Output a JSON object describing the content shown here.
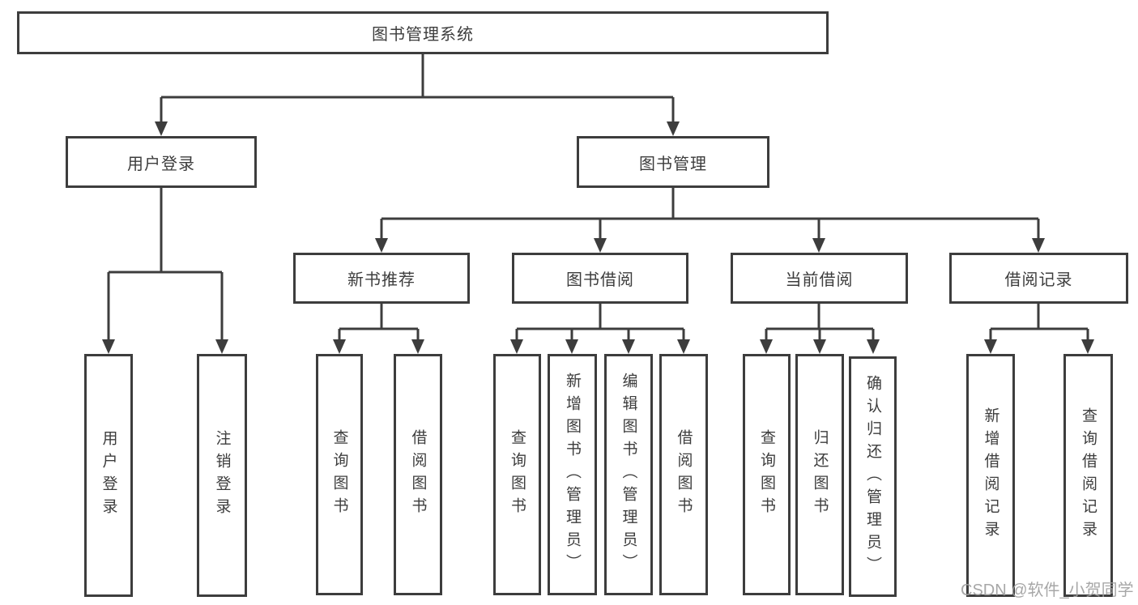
{
  "diagram_title": "图书管理系统",
  "colors": {
    "line": "#3d3d3d",
    "text": "#3d3d3d",
    "box_fill": "#ffffff",
    "watermark": "#a0a0a0"
  },
  "nodes": {
    "root": "图书管理系统",
    "level2": [
      "用户登录",
      "图书管理"
    ],
    "level3": [
      "新书推荐",
      "图书借阅",
      "当前借阅",
      "借阅记录"
    ],
    "leaves_user": [
      "用户登录",
      "注销登录"
    ],
    "leaves_recommend": [
      "查询图书",
      "借阅图书"
    ],
    "leaves_borrow": [
      "查询图书",
      "新增图书（管理员）",
      "编辑图书（管理员）",
      "借阅图书"
    ],
    "leaves_current": [
      "查询图书",
      "归还图书",
      "确认归还（管理员）"
    ],
    "leaves_records": [
      "新增借阅记录",
      "查询借阅记录"
    ]
  },
  "watermark": "CSDN @软件_小贺同学"
}
